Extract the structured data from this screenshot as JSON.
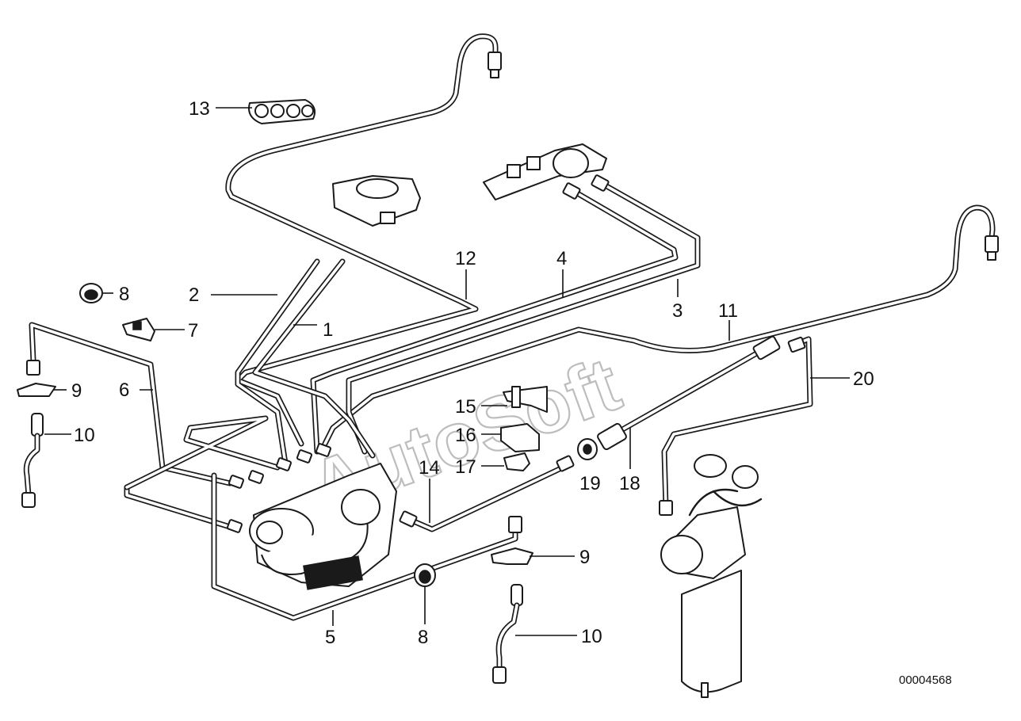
{
  "watermark": "AutoSoft",
  "doc_number": "00004568",
  "callouts": {
    "c1": "1",
    "c2": "2",
    "c3": "3",
    "c4": "4",
    "c5": "5",
    "c6": "6",
    "c7": "7",
    "c8a": "8",
    "c8b": "8",
    "c9a": "9",
    "c9b": "9",
    "c10a": "10",
    "c10b": "10",
    "c11": "11",
    "c12": "12",
    "c13": "13",
    "c14": "14",
    "c15": "15",
    "c16": "16",
    "c17": "17",
    "c18": "18",
    "c19": "19",
    "c20": "20"
  }
}
